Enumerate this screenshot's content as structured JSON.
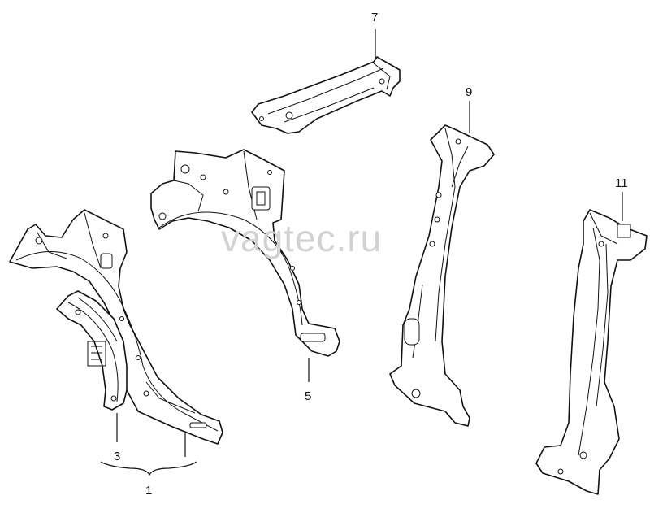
{
  "diagram": {
    "watermark": "vagtec.ru",
    "callouts": {
      "one": "1",
      "three": "3",
      "five": "5",
      "seven": "7",
      "nine": "9",
      "eleven": "11"
    },
    "colors": {
      "line": "#111111",
      "watermark": "#d2d2d2",
      "background": "#ffffff"
    }
  }
}
